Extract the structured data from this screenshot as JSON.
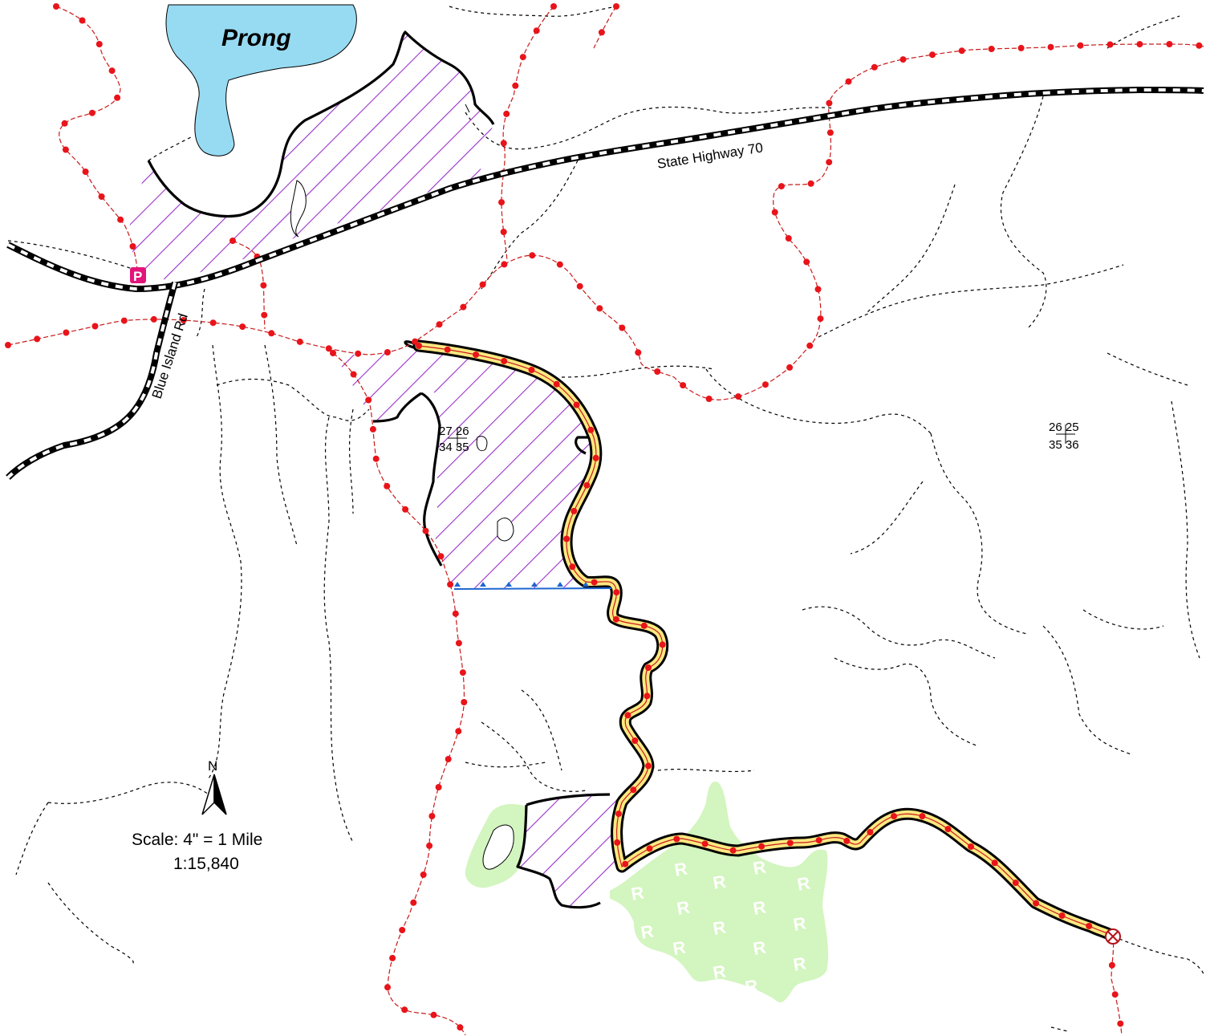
{
  "map": {
    "lake_label": "Prong",
    "highway_label": "State Highway 70",
    "side_road_label": "Blue Island Rd",
    "section_corner_1": {
      "top": "27 26",
      "bottom": "34 35"
    },
    "section_corner_2": {
      "top": "26 25",
      "bottom": "35 36"
    },
    "parking_symbol": "P",
    "rest_symbol": "R",
    "north_label": "N",
    "scale_line_1": "Scale: 4\" = 1 Mile",
    "scale_line_2": "1:15,840"
  },
  "colors": {
    "water": "#97dbf2",
    "hatch": "#9a2fc9",
    "green_area": "#d3f5bf",
    "portage": "#fbe880",
    "trail_dot": "#e8141a",
    "trail_line": "#c81a1a",
    "blue_line": "#1e66d0",
    "parking": "#e3147a"
  },
  "icons": [
    "parking-icon",
    "north-arrow-icon",
    "end-point-icon",
    "portage-trail",
    "canoe-route"
  ]
}
